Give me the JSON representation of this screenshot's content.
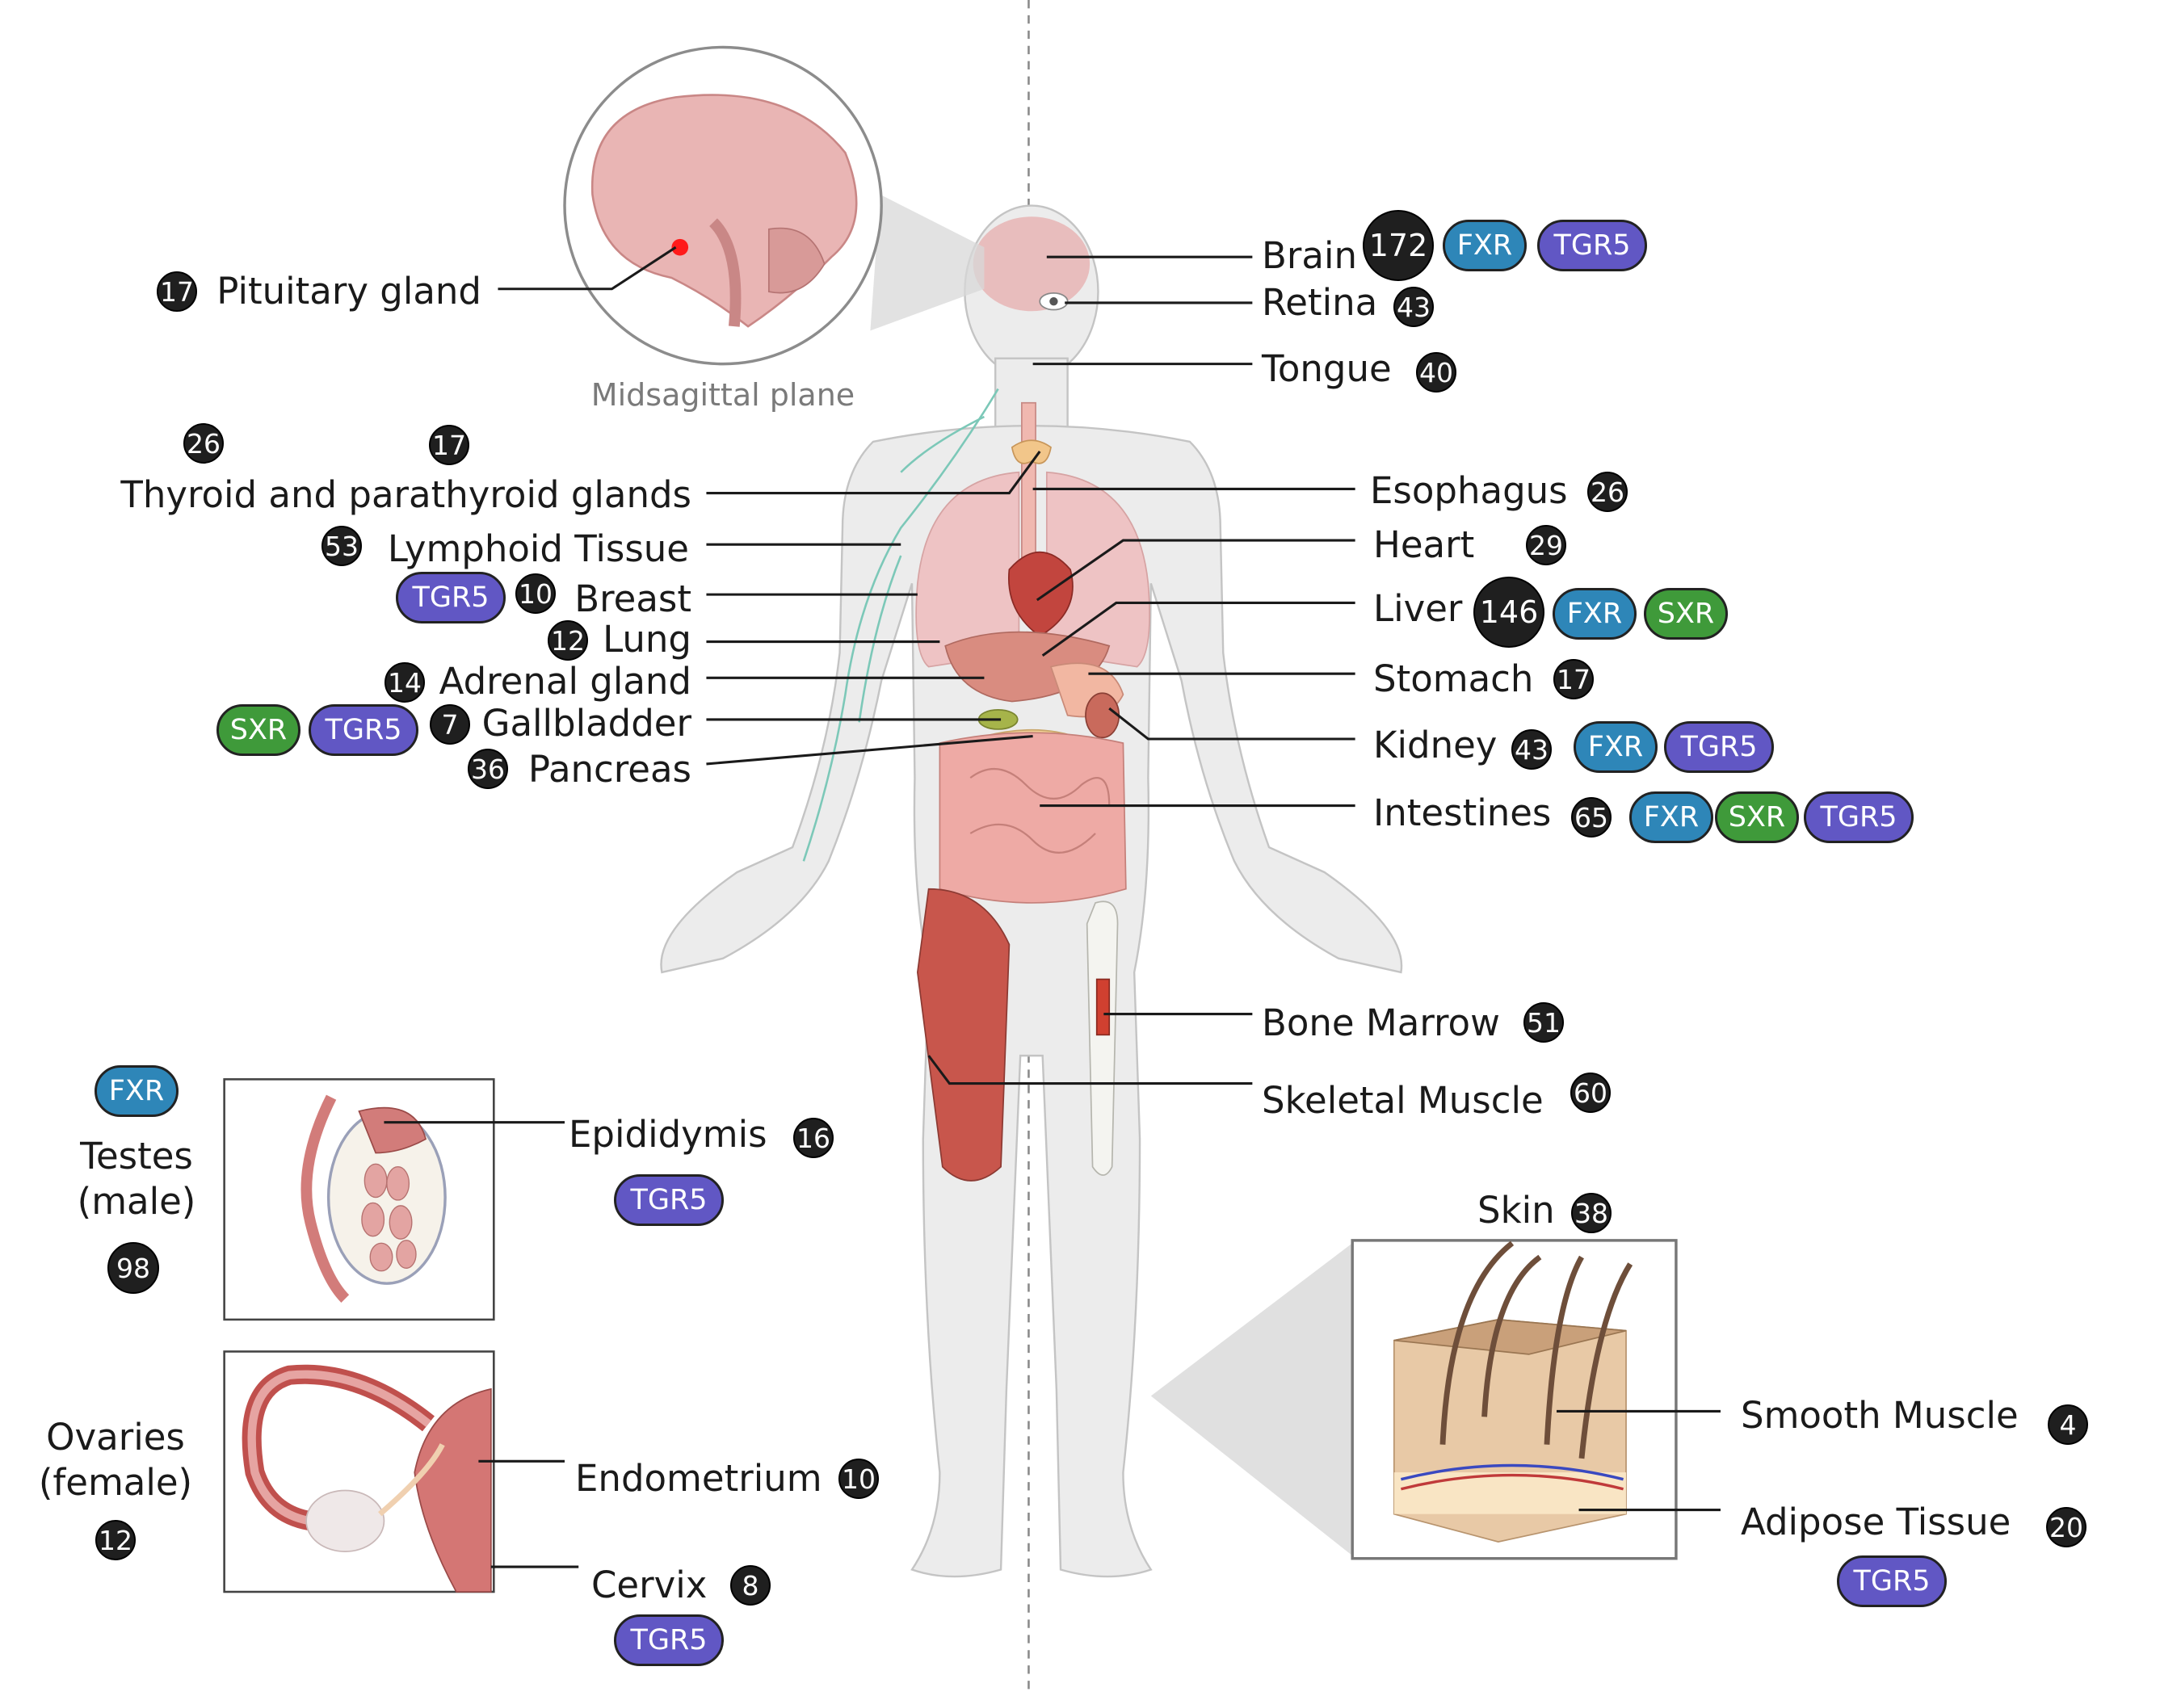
{
  "header": {
    "plane_label": "Midsagittal plane"
  },
  "colors": {
    "fxr": "#2e86b8",
    "sxr": "#3f9a3a",
    "tgr5": "#6157c4",
    "count": "#1f1f1f"
  },
  "labels": {
    "pituitary": "Pituitary gland",
    "brain": "Brain",
    "retina": "Retina",
    "tongue": "Tongue",
    "thyroid": "Thyroid and parathyroid glands",
    "lymphoid": "Lymphoid Tissue",
    "breast": "Breast",
    "lung": "Lung",
    "adrenal": "Adrenal gland",
    "gallbladder": "Gallbladder",
    "pancreas": "Pancreas",
    "esophagus": "Esophagus",
    "heart": "Heart",
    "liver": "Liver",
    "stomach": "Stomach",
    "kidney": "Kidney",
    "intestines": "Intestines",
    "bone_marrow": "Bone Marrow",
    "skeletal_muscle": "Skeletal Muscle",
    "testes": "Testes (male)",
    "epididymis": "Epididymis",
    "ovaries": "Ovaries (female)",
    "endometrium": "Endometrium",
    "cervix": "Cervix",
    "skin": "Skin",
    "smooth_muscle": "Smooth Muscle",
    "adipose": "Adipose Tissue"
  },
  "counts": {
    "pituitary": "17",
    "brain": "172",
    "retina": "43",
    "tongue": "40",
    "thyroid": "26",
    "parathyroid": "17",
    "lymphoid": "53",
    "breast": "10",
    "lung": "12",
    "adrenal": "14",
    "gallbladder": "7",
    "pancreas": "36",
    "esophagus": "26",
    "heart": "29",
    "liver": "146",
    "stomach": "17",
    "kidney": "43",
    "intestines": "65",
    "bone_marrow": "51",
    "skeletal_muscle": "60",
    "testes": "98",
    "epididymis": "16",
    "ovaries": "12",
    "endometrium": "10",
    "cervix": "8",
    "skin": "38",
    "smooth_muscle": "4",
    "adipose": "20"
  },
  "receptors": {
    "fxr": "FXR",
    "sxr": "SXR",
    "tgr5": "TGR5"
  }
}
